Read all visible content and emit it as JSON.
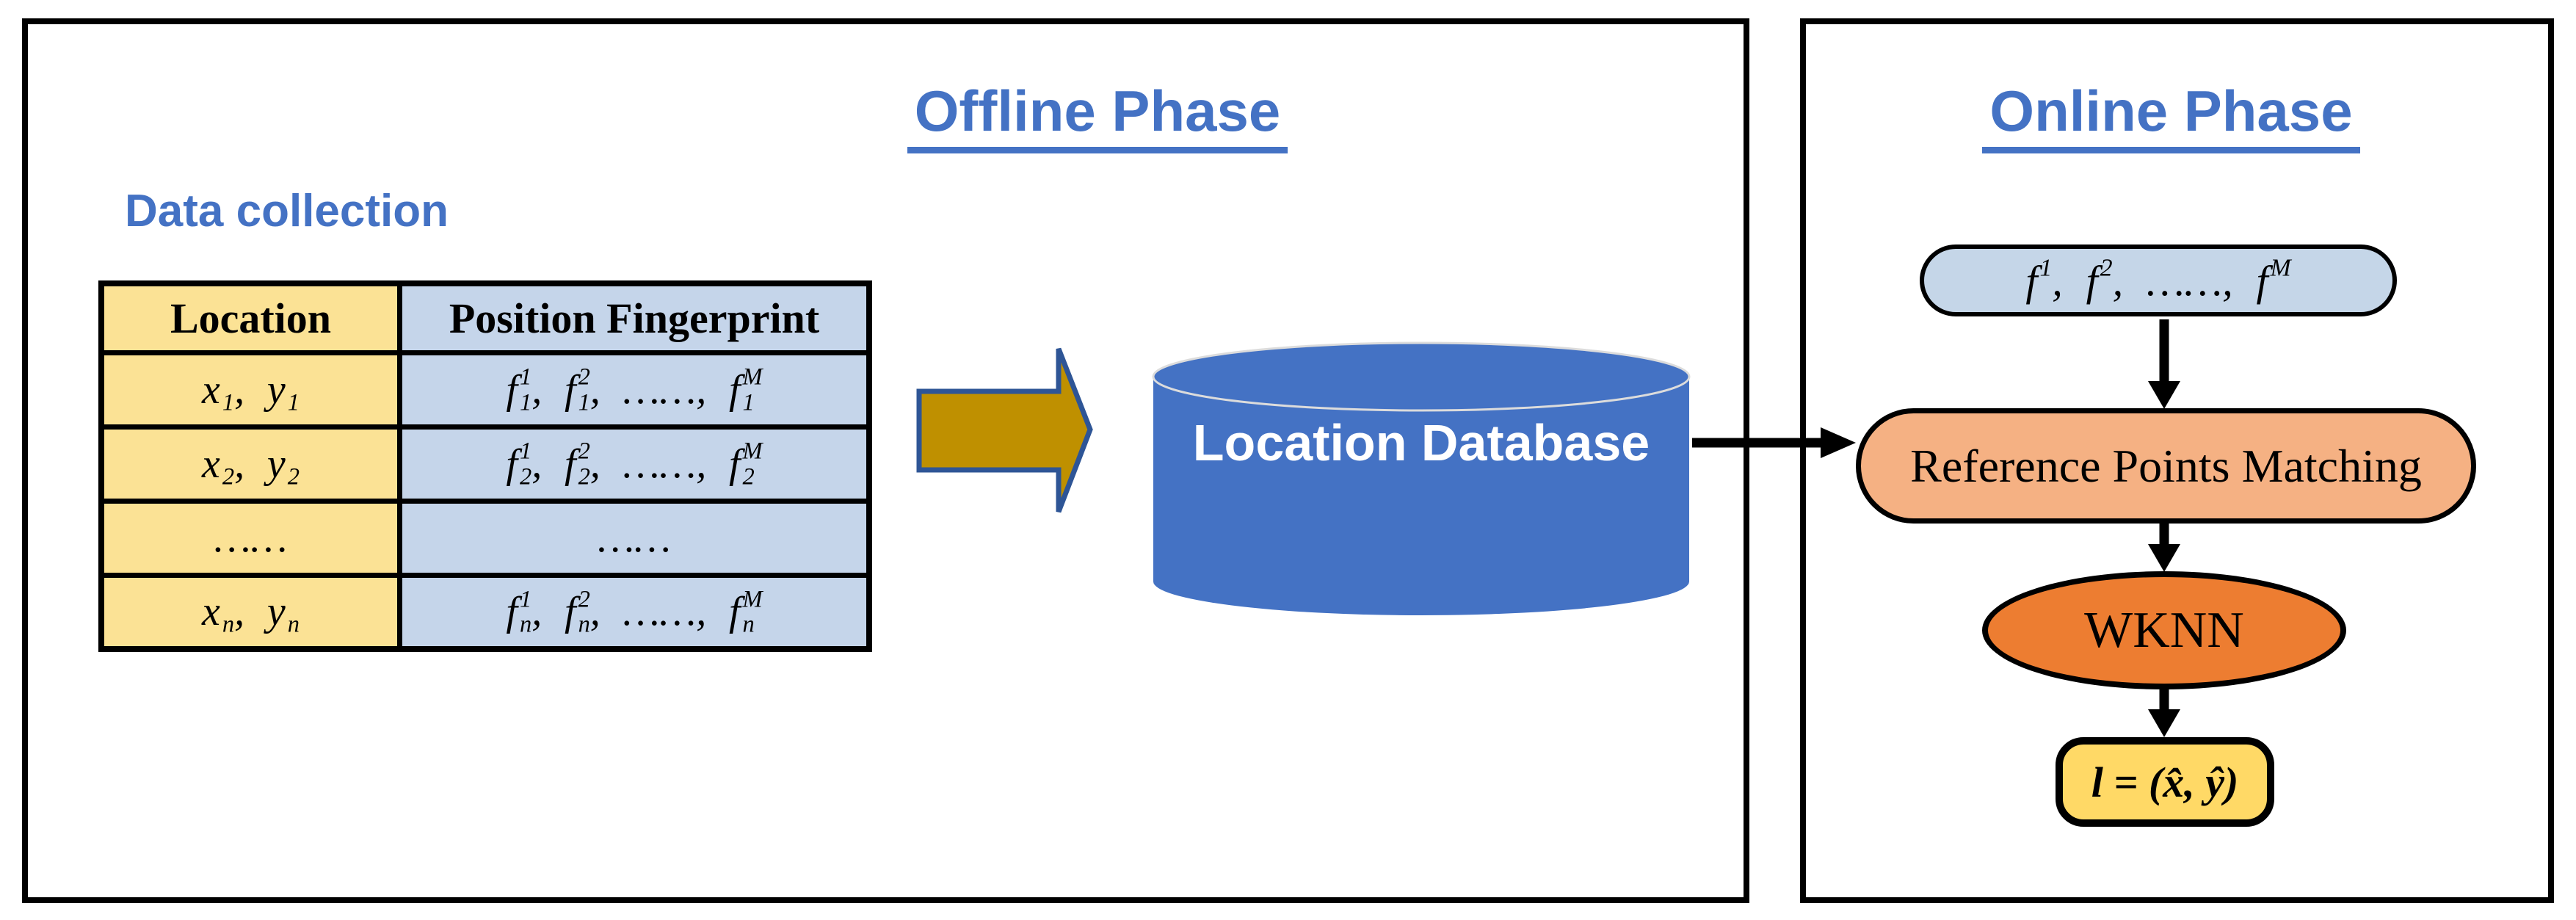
{
  "offline": {
    "title": "Offline Phase",
    "section_label": "Data collection",
    "table": {
      "headers": [
        "Location",
        "Position Fingerprint"
      ],
      "rows": [
        {
          "location": [
            {
              "base": "x",
              "sub": "1"
            },
            {
              "base": "y",
              "sub": "1"
            }
          ],
          "fingerprint": [
            {
              "base": "f",
              "sub": "1",
              "sup": "1"
            },
            {
              "base": "f",
              "sub": "1",
              "sup": "2"
            },
            {
              "base": "……"
            },
            {
              "base": "f",
              "sub": "1",
              "sup": "M"
            }
          ]
        },
        {
          "location": [
            {
              "base": "x",
              "sub": "2"
            },
            {
              "base": "y",
              "sub": "2"
            }
          ],
          "fingerprint": [
            {
              "base": "f",
              "sub": "2",
              "sup": "1"
            },
            {
              "base": "f",
              "sub": "2",
              "sup": "2"
            },
            {
              "base": "……"
            },
            {
              "base": "f",
              "sub": "2",
              "sup": "M"
            }
          ]
        },
        {
          "location": [
            {
              "base": "……"
            }
          ],
          "fingerprint": [
            {
              "base": "……"
            }
          ]
        },
        {
          "location": [
            {
              "base": "x",
              "sub": "n"
            },
            {
              "base": "y",
              "sub": "n"
            }
          ],
          "fingerprint": [
            {
              "base": "f",
              "sub": "n",
              "sup": "1"
            },
            {
              "base": "f",
              "sub": "n",
              "sup": "2"
            },
            {
              "base": "……"
            },
            {
              "base": "f",
              "sub": "n",
              "sup": "M"
            }
          ]
        }
      ]
    },
    "database_label": "Location Database"
  },
  "online": {
    "title": "Online Phase",
    "query_fingerprint": [
      {
        "base": "f",
        "sup": "1"
      },
      {
        "base": "f",
        "sup": "2"
      },
      {
        "base": "……"
      },
      {
        "base": "f",
        "sup": "M"
      }
    ],
    "matching_label": "Reference Points Matching",
    "wknn_label": "WKNN",
    "result_label": "l = (x̂, ŷ)"
  },
  "colors": {
    "title_blue": "#4472C4",
    "table_location_bg": "#FBE295",
    "table_fingerprint_bg": "#C5D5EA",
    "block_arrow_fill": "#BF9000",
    "block_arrow_stroke": "#2E5596",
    "database_fill": "#4472C4",
    "query_pill_bg": "#C5D6E8",
    "matching_bg": "#F5B183",
    "wknn_bg": "#ED7D31",
    "result_bg": "#FFD966",
    "connector_black": "#000000"
  }
}
